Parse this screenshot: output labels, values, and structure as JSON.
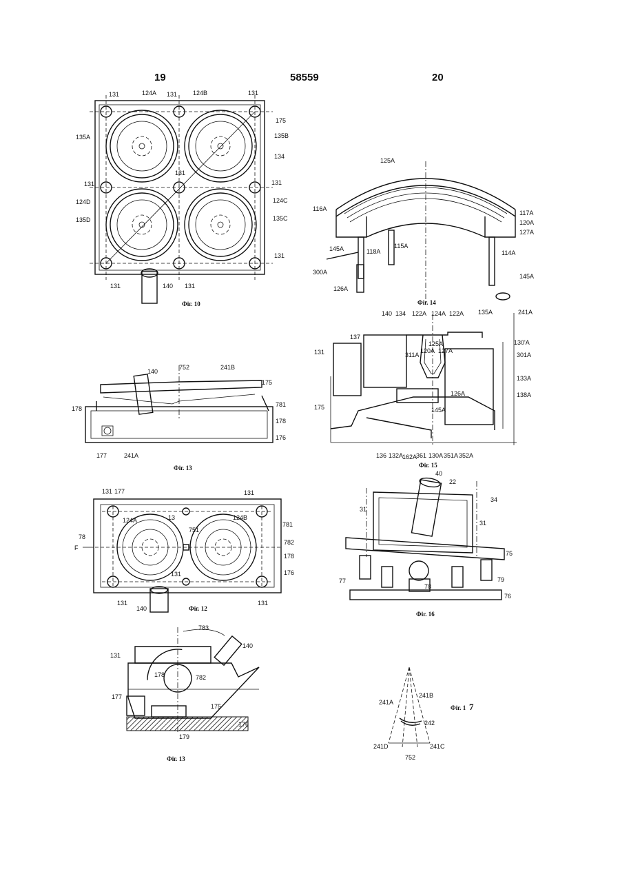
{
  "header": {
    "left_page": "19",
    "doc_number": "58559",
    "right_page": "20"
  },
  "fig10": {
    "caption": "Фіг. 10",
    "labels": [
      "131",
      "124A",
      "131",
      "124B",
      "131",
      "175",
      "135A",
      "135B",
      "134",
      "131",
      "131",
      "131",
      "124D",
      "124C",
      "135D",
      "135C",
      "131",
      "131",
      "140",
      "131"
    ]
  },
  "fig14": {
    "caption": "Фіг. 14",
    "labels": [
      "125A",
      "116A",
      "117A",
      "120A",
      "127A",
      "145A",
      "118A",
      "115A",
      "114A",
      "300A",
      "126A",
      "145A"
    ]
  },
  "fig15": {
    "caption": "Фіг. 15",
    "labels": [
      "140",
      "134",
      "122A",
      "124A",
      "122A",
      "135A",
      "241A",
      "137",
      "130'A",
      "131",
      "311A",
      "120A",
      "125A",
      "127A",
      "301A",
      "133A",
      "126A",
      "138A",
      "175",
      "145A",
      "136",
      "132A",
      "162A",
      "361",
      "130A",
      "351A",
      "352A"
    ]
  },
  "fig13a": {
    "caption": "Фіг. 13",
    "labels": [
      "140",
      "752",
      "241B",
      "175",
      "178",
      "781",
      "178",
      "176",
      "177",
      "241A"
    ]
  },
  "fig12": {
    "caption": "Фіг. 12",
    "labels": [
      "131",
      "177",
      "131",
      "124A",
      "13",
      "124B",
      "781",
      "782",
      "751",
      "178",
      "176",
      "131",
      "131",
      "140",
      "131"
    ],
    "left_marks": [
      "78",
      "F"
    ]
  },
  "fig16": {
    "caption": "Фіг. 16",
    "labels": [
      "40",
      "22",
      "34",
      "31",
      "31",
      "75",
      "77",
      "79",
      "78",
      "76"
    ]
  },
  "fig13b": {
    "caption": "Фіг. 13",
    "labels": [
      "783",
      "140",
      "131",
      "178",
      "782",
      "177",
      "175",
      "176",
      "179"
    ]
  },
  "fig17": {
    "caption": "Фіг. 1",
    "caption_mark": "7",
    "labels": [
      "241B",
      "241A",
      "242",
      "241D",
      "241C",
      "752"
    ]
  }
}
